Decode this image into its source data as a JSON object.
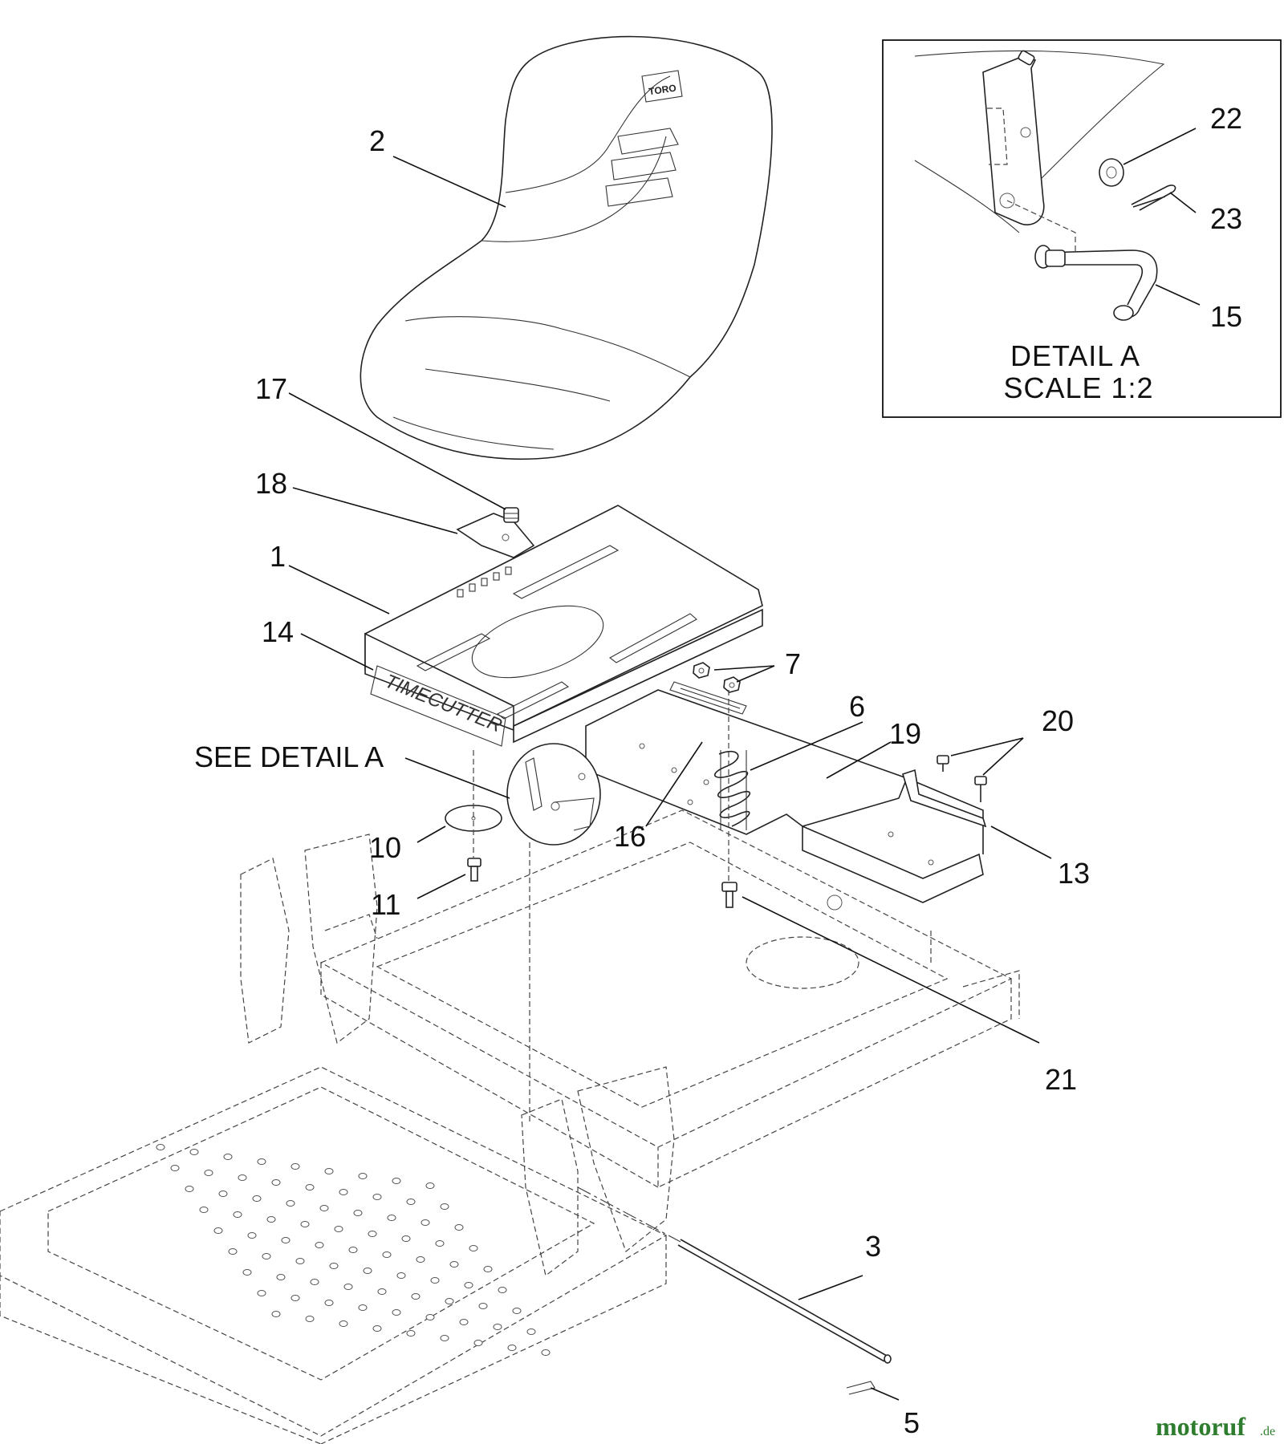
{
  "detail": {
    "title_line1": "DETAIL  A",
    "title_line2": "SCALE  1:2"
  },
  "see_detail_label": "SEE DETAIL A",
  "callouts": {
    "c1": "1",
    "c2": "2",
    "c3": "3",
    "c5": "5",
    "c6": "6",
    "c7": "7",
    "c10": "10",
    "c11": "11",
    "c13": "13",
    "c14": "14",
    "c15": "15",
    "c16": "16",
    "c17": "17",
    "c18": "18",
    "c19": "19",
    "c20": "20",
    "c21": "21",
    "c22": "22",
    "c23": "23"
  },
  "logos": {
    "seat_badge": "TORO",
    "pan_decal": "TIMECUTTER"
  },
  "watermark": {
    "main": "motoruf",
    "suffix": ".de",
    "color": "#2e7d2e"
  }
}
